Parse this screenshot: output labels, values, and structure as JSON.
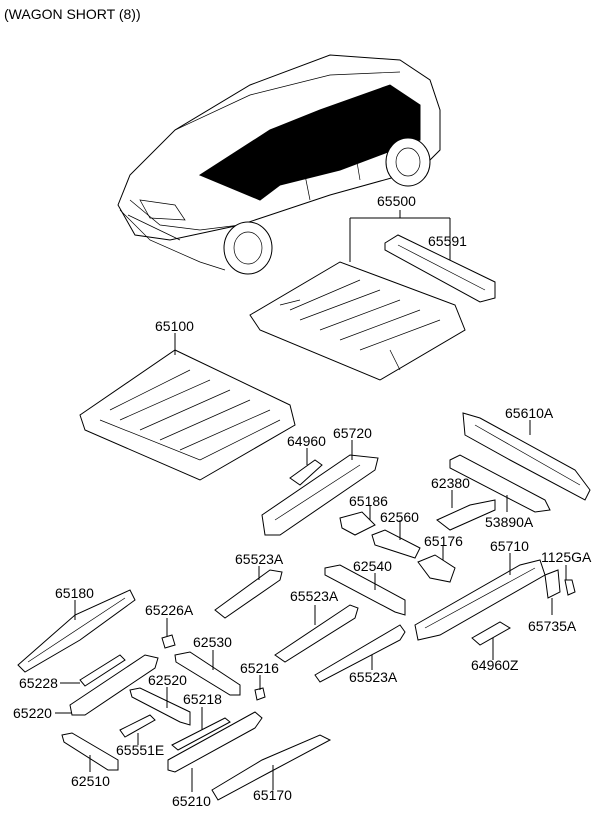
{
  "diagram": {
    "title": "(WAGON SHORT (8))",
    "vehicle": "minivan",
    "callouts": [
      {
        "id": "p65500",
        "label": "65500"
      },
      {
        "id": "p65591",
        "label": "65591"
      },
      {
        "id": "p65100",
        "label": "65100"
      },
      {
        "id": "p65610A",
        "label": "65610A"
      },
      {
        "id": "p64960",
        "label": "64960"
      },
      {
        "id": "p65720",
        "label": "65720"
      },
      {
        "id": "p62380",
        "label": "62380"
      },
      {
        "id": "p53890A",
        "label": "53890A"
      },
      {
        "id": "p65186",
        "label": "65186"
      },
      {
        "id": "p62560",
        "label": "62560"
      },
      {
        "id": "p65176",
        "label": "65176"
      },
      {
        "id": "p65710",
        "label": "65710"
      },
      {
        "id": "p1125GA",
        "label": "1125GA"
      },
      {
        "id": "p65523A_1",
        "label": "65523A"
      },
      {
        "id": "p62540",
        "label": "62540"
      },
      {
        "id": "p65523A_2",
        "label": "65523A"
      },
      {
        "id": "p65735A",
        "label": "65735A"
      },
      {
        "id": "p64960Z",
        "label": "64960Z"
      },
      {
        "id": "p65523A_3",
        "label": "65523A"
      },
      {
        "id": "p65180",
        "label": "65180"
      },
      {
        "id": "p65226A",
        "label": "65226A"
      },
      {
        "id": "p62530",
        "label": "62530"
      },
      {
        "id": "p65216",
        "label": "65216"
      },
      {
        "id": "p65228",
        "label": "65228"
      },
      {
        "id": "p62520",
        "label": "62520"
      },
      {
        "id": "p65220",
        "label": "65220"
      },
      {
        "id": "p65218",
        "label": "65218"
      },
      {
        "id": "p65551E",
        "label": "65551E"
      },
      {
        "id": "p62510",
        "label": "62510"
      },
      {
        "id": "p65210",
        "label": "65210"
      },
      {
        "id": "p65170",
        "label": "65170"
      }
    ]
  }
}
